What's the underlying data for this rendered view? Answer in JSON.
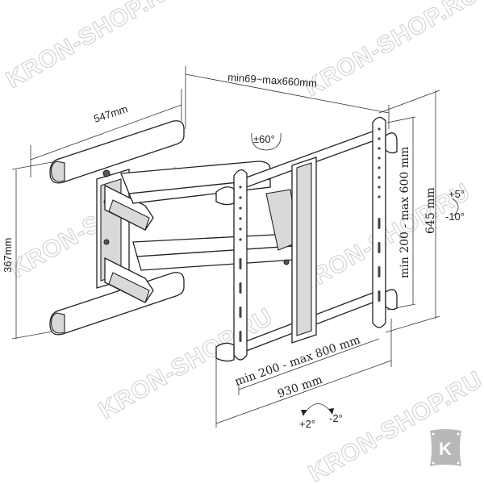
{
  "watermark": "KRON-SHOP.RU",
  "logo": {
    "letter": "K",
    "color": "#b8b8b8"
  },
  "dimensions": {
    "depth": "min69~max660mm",
    "wall_plate_width": "547mm",
    "wall_plate_height": "367mm",
    "bracket_height": "645 mm",
    "vesa_vertical": "min 200 - max 600 mm",
    "vesa_horizontal": "min 200 - max 800 mm",
    "bracket_width": "930 mm"
  },
  "angles": {
    "swivel": "±60°",
    "tilt_up": "+5°",
    "tilt_down": "-10°",
    "level_plus": "+2°",
    "level_minus": "-2°"
  }
}
